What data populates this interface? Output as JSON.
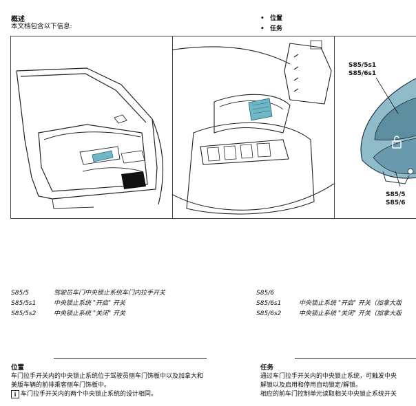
{
  "overview": {
    "heading": "概述",
    "intro": "本文档包含以下信息:"
  },
  "toc": [
    {
      "bullet": "•",
      "label": "位置"
    },
    {
      "bullet": "•",
      "label": "任务"
    }
  ],
  "figure": {
    "callout_top_1": "S85/5s1",
    "callout_top_2": "S85/6s1",
    "callout_bottom_1": "S85/5",
    "callout_bottom_2": "S85/6"
  },
  "legend_left": [
    {
      "code": "S85/5",
      "desc": "驾驶员车门中央锁止系统车门内拉手开关"
    },
    {
      "code": "S85/5s1",
      "desc": "中央锁止系统 \"开启\" 开关"
    },
    {
      "code": "S85/5s2",
      "desc": "中央锁止系统 \"关闭\" 开关"
    }
  ],
  "legend_right": [
    {
      "code": "S85/6",
      "desc": ""
    },
    {
      "code": "S85/6s1",
      "desc": "中央锁止系统 \"开启\" 开关（加拿大版"
    },
    {
      "code": "S85/6s2",
      "desc": "中央锁止系统 \"关闭\" 开关（加拿大版"
    }
  ],
  "location": {
    "title": "位置",
    "line1": "车门拉手开关内的中央锁止系统位于驾驶员侧车门饰板中以及加拿大和",
    "line2": "美版车辆的前排乘客侧车门饰板中。",
    "info_icon": "i",
    "note": "车门拉手开关内的两个中央锁止系统的设计相同。"
  },
  "task": {
    "title": "任务",
    "line1": "通过车门拉手开关内的中央锁止系统，可触发中央",
    "line2": "解锁以及启用和停用自动锁定/解锁。",
    "line3": "相应的前车门控制单元读取相关中央锁止系统开关"
  }
}
